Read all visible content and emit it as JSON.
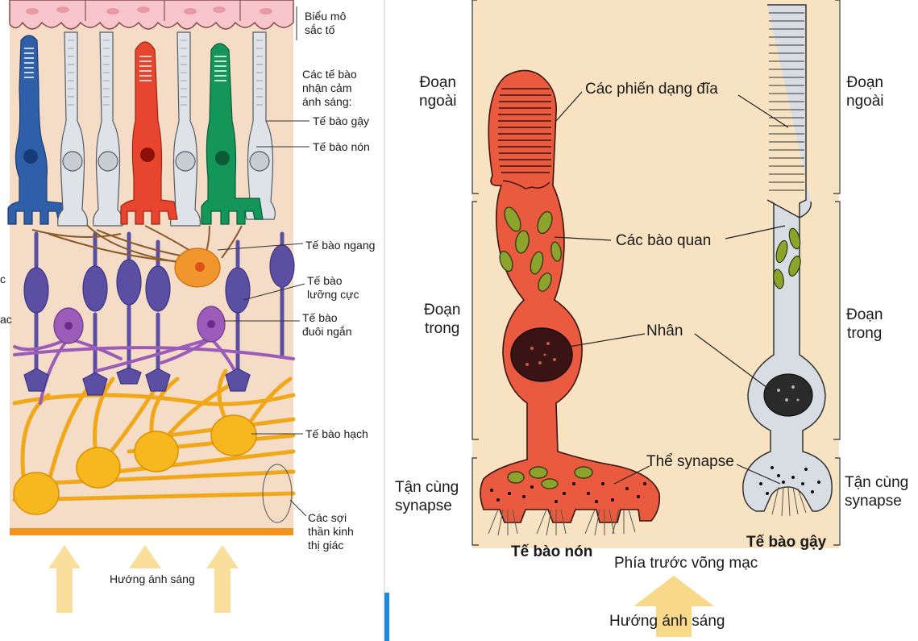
{
  "left_panel": {
    "labels": {
      "pigment_epithelium": "Biểu mô\nsắc tố",
      "photoreceptors": "Các tế bào\nnhận cảm\nánh sáng:",
      "rod": "Tế bào gậy",
      "cone": "Tế bào nón",
      "horizontal": "Tế bào ngang",
      "bipolar": "Tế bào\nlưỡng cực",
      "amacrine": "Tế bào\nđuôi ngắn",
      "ganglion": "Tế bào hạch",
      "optic_fibers": "Các sợi\nthần kinh\nthị giác",
      "light_direction": "Hướng ánh sáng"
    },
    "edge_fragments": [
      "c",
      "ac"
    ]
  },
  "right_panel": {
    "labels": {
      "outer_segment_left": "Đoạn\nngoài",
      "outer_segment_right": "Đoạn\nngoài",
      "discs": "Các phiến dạng đĩa",
      "organelles": "Các bào quan",
      "inner_segment_left": "Đoạn\ntrong",
      "inner_segment_right": "Đoạn\ntrong",
      "nucleus": "Nhân",
      "synaptic_body": "Thể synapse",
      "synaptic_terminal_left": "Tận cùng\nsynapse",
      "synaptic_terminal_right": "Tận cùng\nsynapse",
      "cone_cell": "Tế bào nón",
      "rod_cell": "Tế bào gậy",
      "retina_front": "Phía trước võng mạc",
      "light_direction": "Hướng ánh sáng"
    }
  },
  "colors": {
    "tissue_bg": "#f4dcc6",
    "pink_epithelium": "#f7c6cc",
    "blue_cone": "#2f5fa8",
    "red_cone": "#e8452f",
    "green_cone": "#14955a",
    "rod_gray": "#dfe3e8",
    "horizontal_orange": "#f0962c",
    "bipolar_purple": "#5a4fa2",
    "amacrine_violet": "#9b5bb8",
    "ganglion_yellow": "#f7b71f",
    "cone_detail_red": "#ea5a3f",
    "rod_detail_gray": "#d8dde4",
    "right_bg": "#f7e3c2",
    "arrow_yellow": "#f8d98a"
  }
}
